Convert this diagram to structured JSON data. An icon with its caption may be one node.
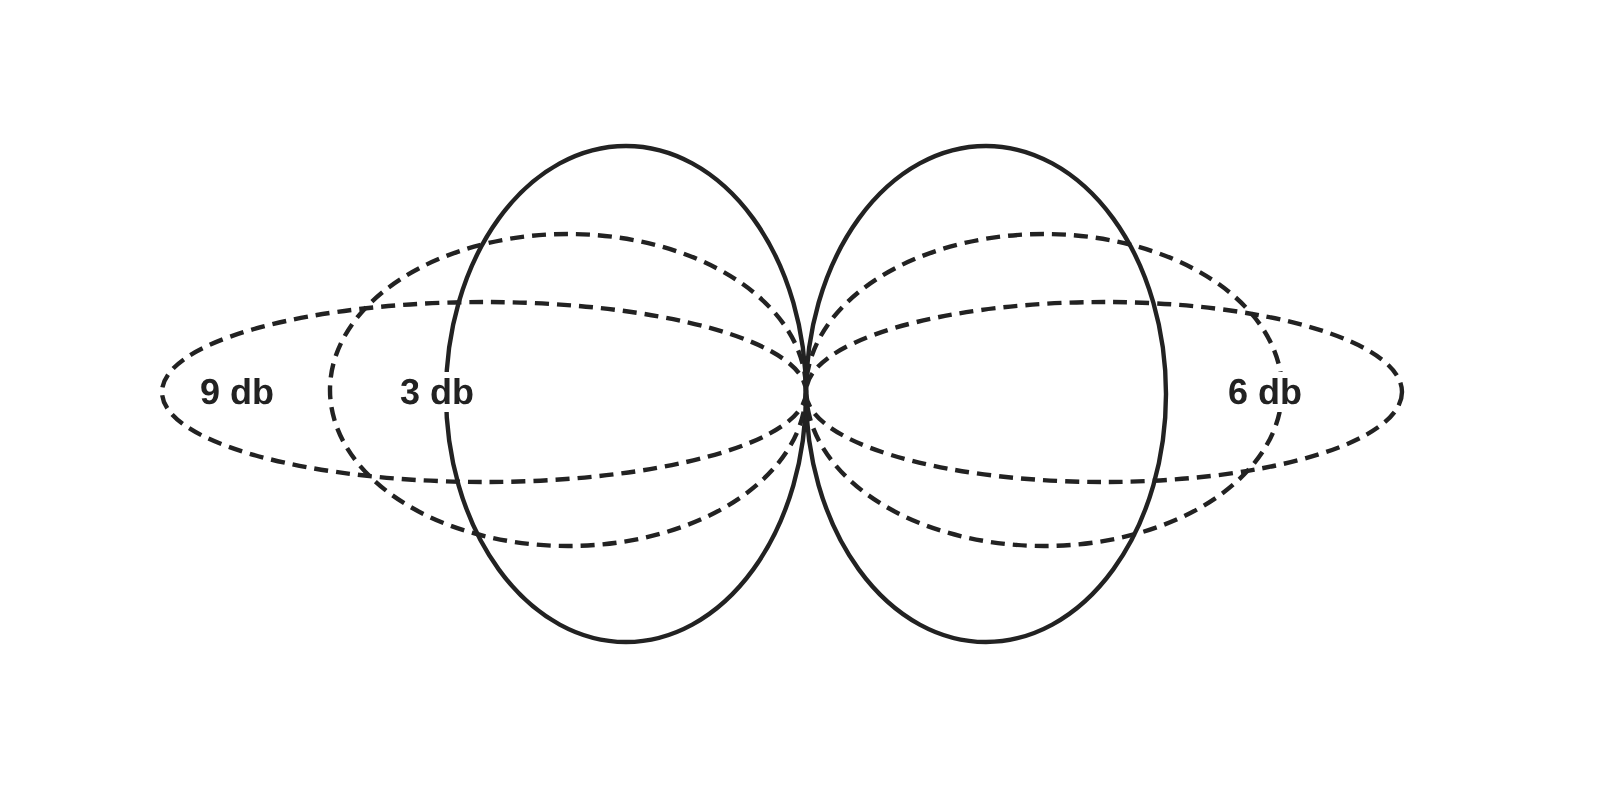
{
  "diagram": {
    "labels": [
      "9 db",
      "3 db",
      "6 db"
    ]
  }
}
